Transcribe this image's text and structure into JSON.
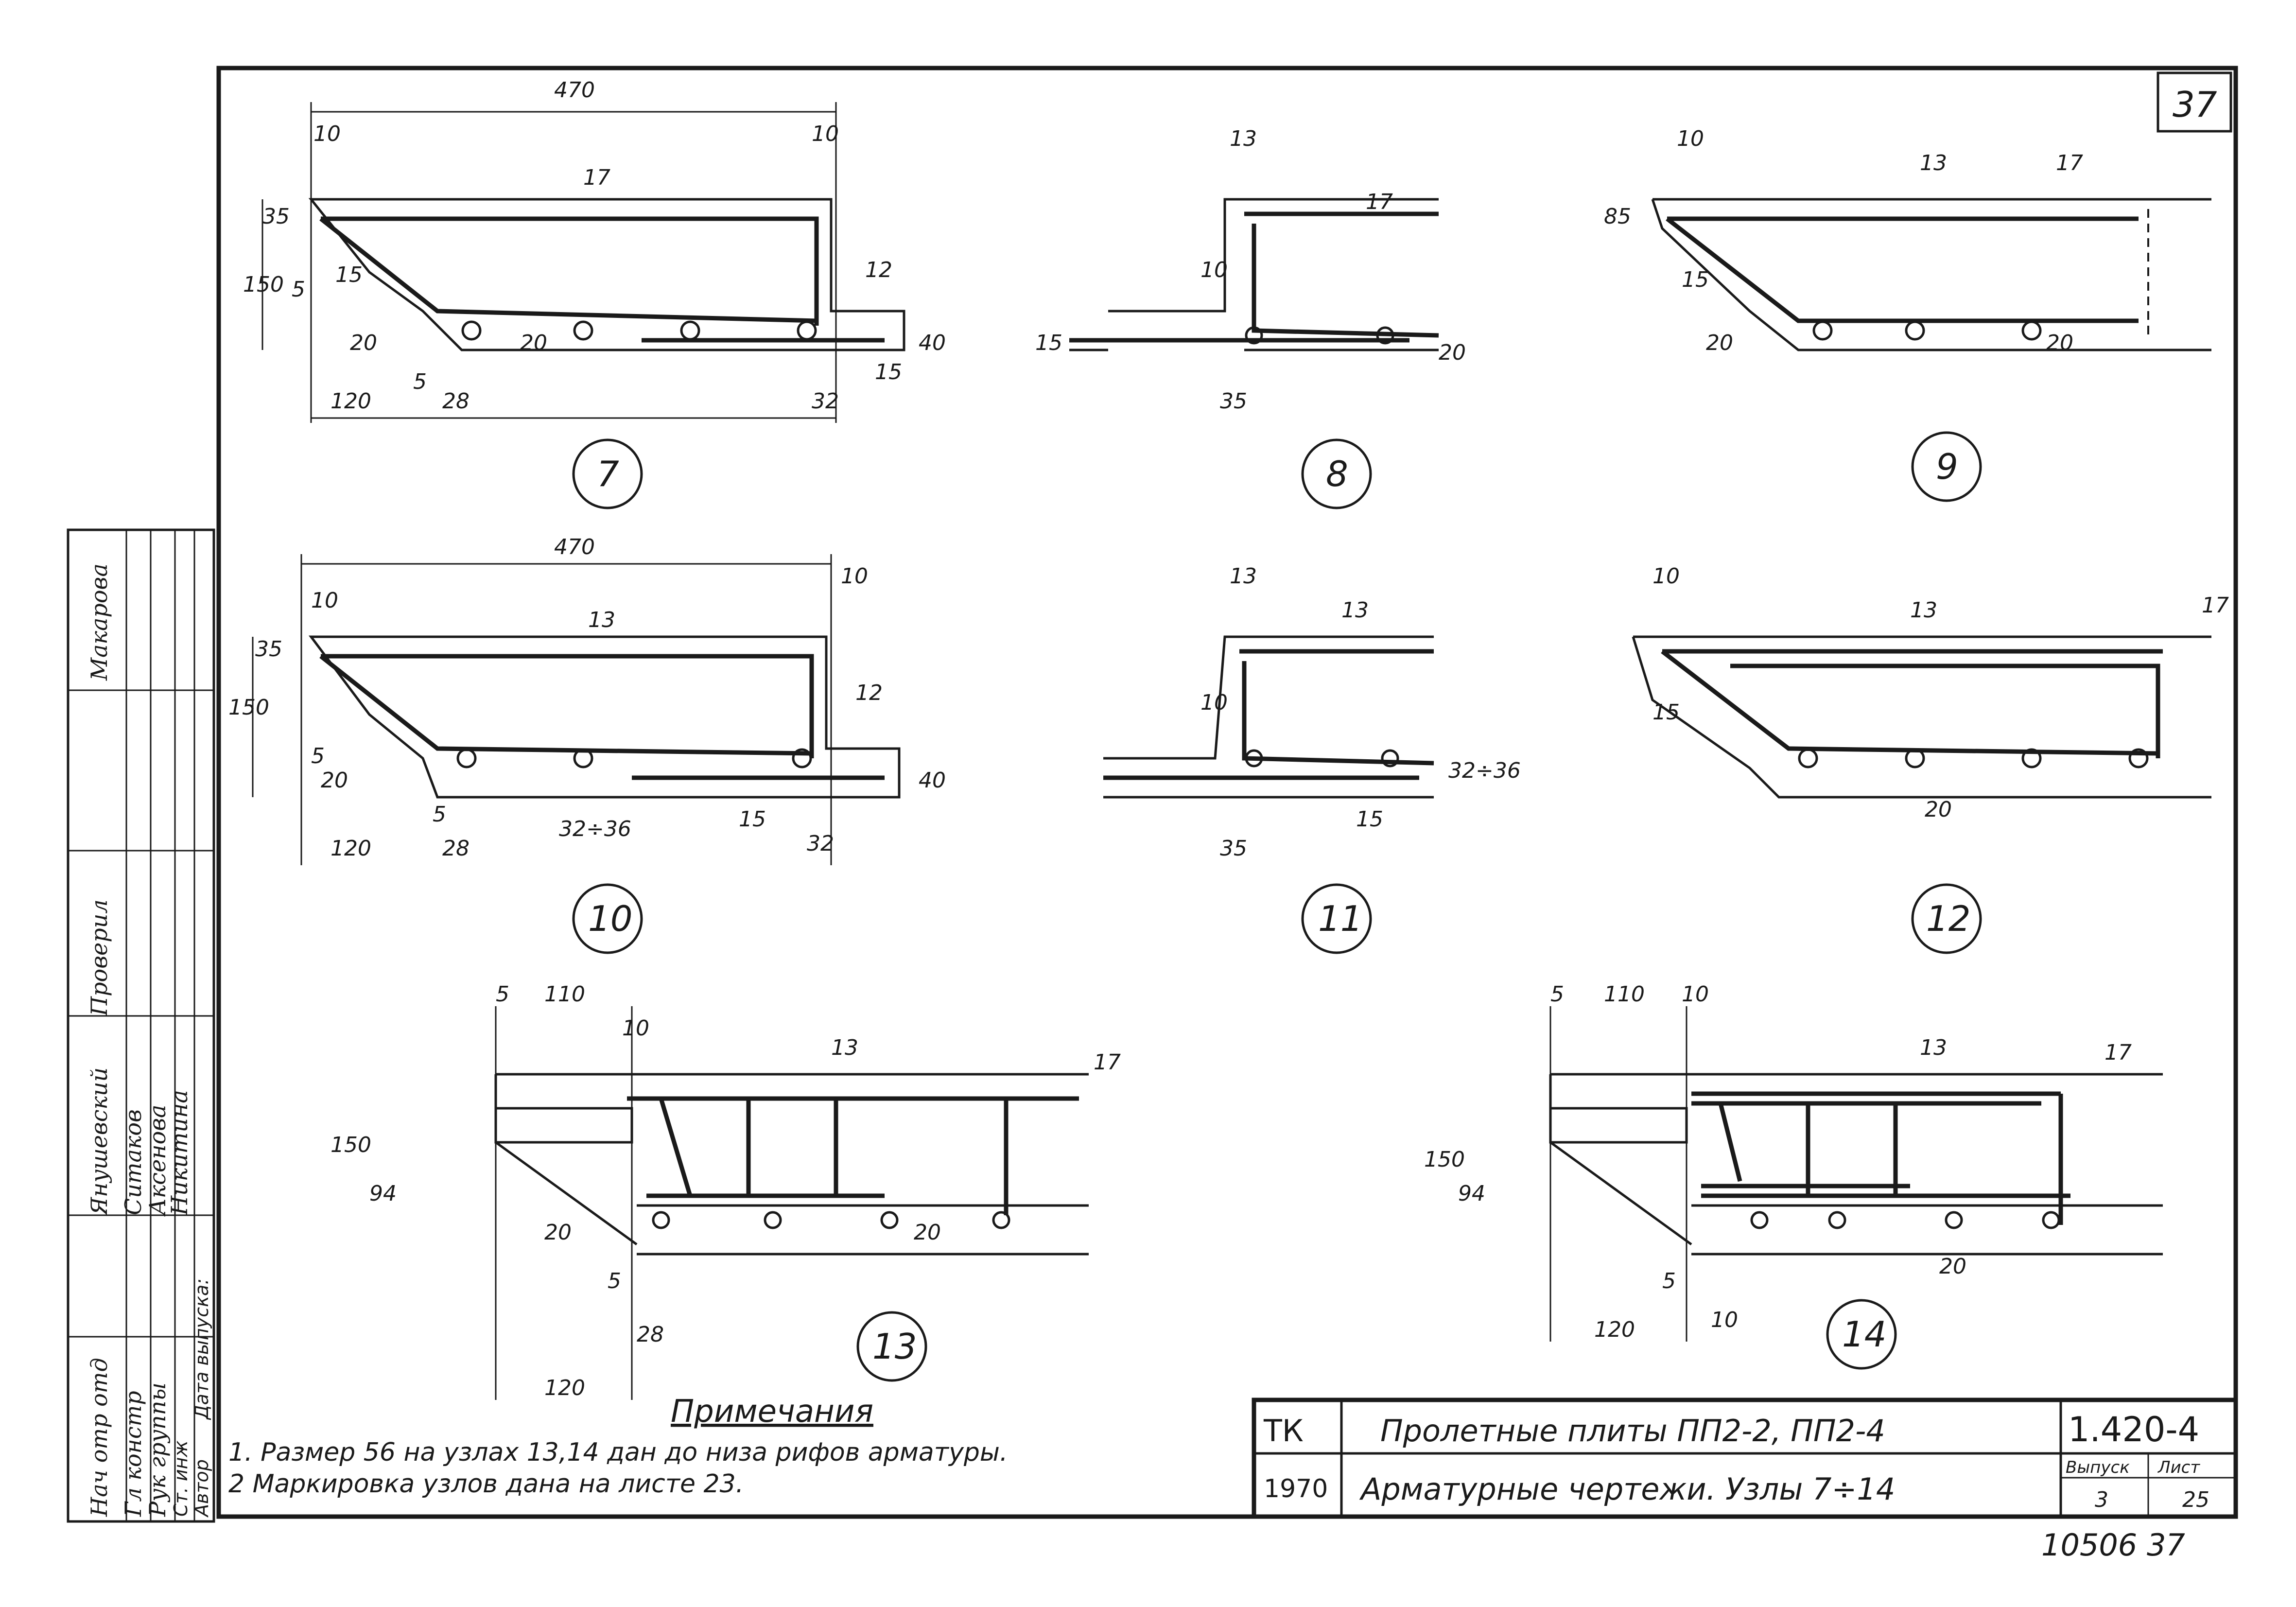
{
  "sheet": {
    "page_mark": "37",
    "bottom_number": "10506  37"
  },
  "details": [
    {
      "label": "7",
      "dims": [
        "470",
        "10",
        "10",
        "35",
        "150",
        "5",
        "15",
        "17",
        "12",
        "20",
        "20",
        "120",
        "5",
        "28",
        "32",
        "15",
        "40"
      ]
    },
    {
      "label": "8",
      "dims": [
        "13",
        "17",
        "10",
        "15",
        "20",
        "35"
      ]
    },
    {
      "label": "9",
      "dims": [
        "10",
        "13",
        "17",
        "85",
        "15",
        "20",
        "20"
      ]
    },
    {
      "label": "10",
      "dims": [
        "470",
        "10",
        "10",
        "35",
        "150",
        "13",
        "5",
        "12",
        "20",
        "120",
        "5",
        "28",
        "32÷36",
        "15",
        "40",
        "32"
      ]
    },
    {
      "label": "11",
      "dims": [
        "13",
        "13",
        "10",
        "32÷36",
        "15",
        "35"
      ]
    },
    {
      "label": "12",
      "dims": [
        "10",
        "13",
        "17",
        "15",
        "20"
      ]
    },
    {
      "label": "13",
      "dims": [
        "5",
        "110",
        "10",
        "13",
        "17",
        "150",
        "94",
        "20",
        "20",
        "5",
        "28",
        "120"
      ]
    },
    {
      "label": "14",
      "dims": [
        "5",
        "110",
        "10",
        "13",
        "17",
        "150",
        "94",
        "20",
        "5",
        "120",
        "10"
      ]
    }
  ],
  "signatures": {
    "roles": [
      "Нач отр отд",
      "Гл констр",
      "Рук группы",
      "Ст. инж",
      "Автор",
      "Проверил"
    ],
    "names": [
      "Янушевский",
      "Ситаков",
      "Аксенова",
      "Никитина",
      "Макарова"
    ],
    "extra": "Дата выпуска:"
  },
  "notes": {
    "title": "Примечания",
    "items": [
      "1. Размер 56 на узлах 13,14 дан до низа рифов арматуры.",
      "2  Маркировка  узлов  дана  на  листе  23."
    ]
  },
  "title_block": {
    "org": "ТК",
    "year": "1970",
    "title": "Пролетные плиты ПП2-2, ПП2-4",
    "subtitle": "Арматурные чертежи. Узлы 7÷14",
    "series": "1.420-4",
    "issue_label": "Выпуск",
    "issue": "3",
    "sheet_label": "Лист",
    "sheet": "25"
  }
}
